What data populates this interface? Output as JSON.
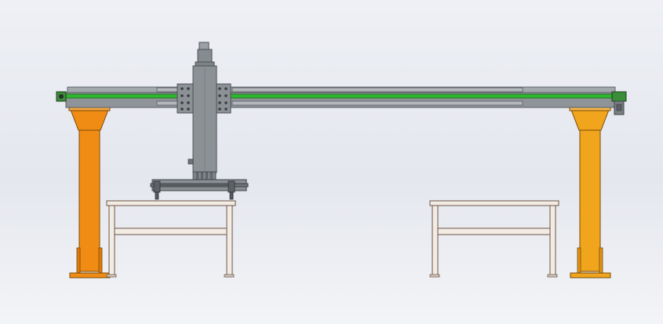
{
  "view": {
    "background_top": "#eef0f5",
    "background_bottom": "#f3f4f7"
  },
  "colors": {
    "beam": "#8f9499",
    "beam_edge": "#5b5f64",
    "linear_guide": "#2fb52f",
    "carriage": "#8c9196",
    "column_left": "#f08c14",
    "column_right": "#f0a51c",
    "column_edge": "#7a4a08",
    "table_frame": "#f3ece4",
    "table_edge": "#6b5548",
    "gripper": "#6f7478"
  },
  "components": [
    "gantry-beam",
    "linear-guide",
    "carriage-plate",
    "z-axis-column",
    "gripper-assembly",
    "support-column-left",
    "support-column-right",
    "work-table-left",
    "work-table-right"
  ]
}
